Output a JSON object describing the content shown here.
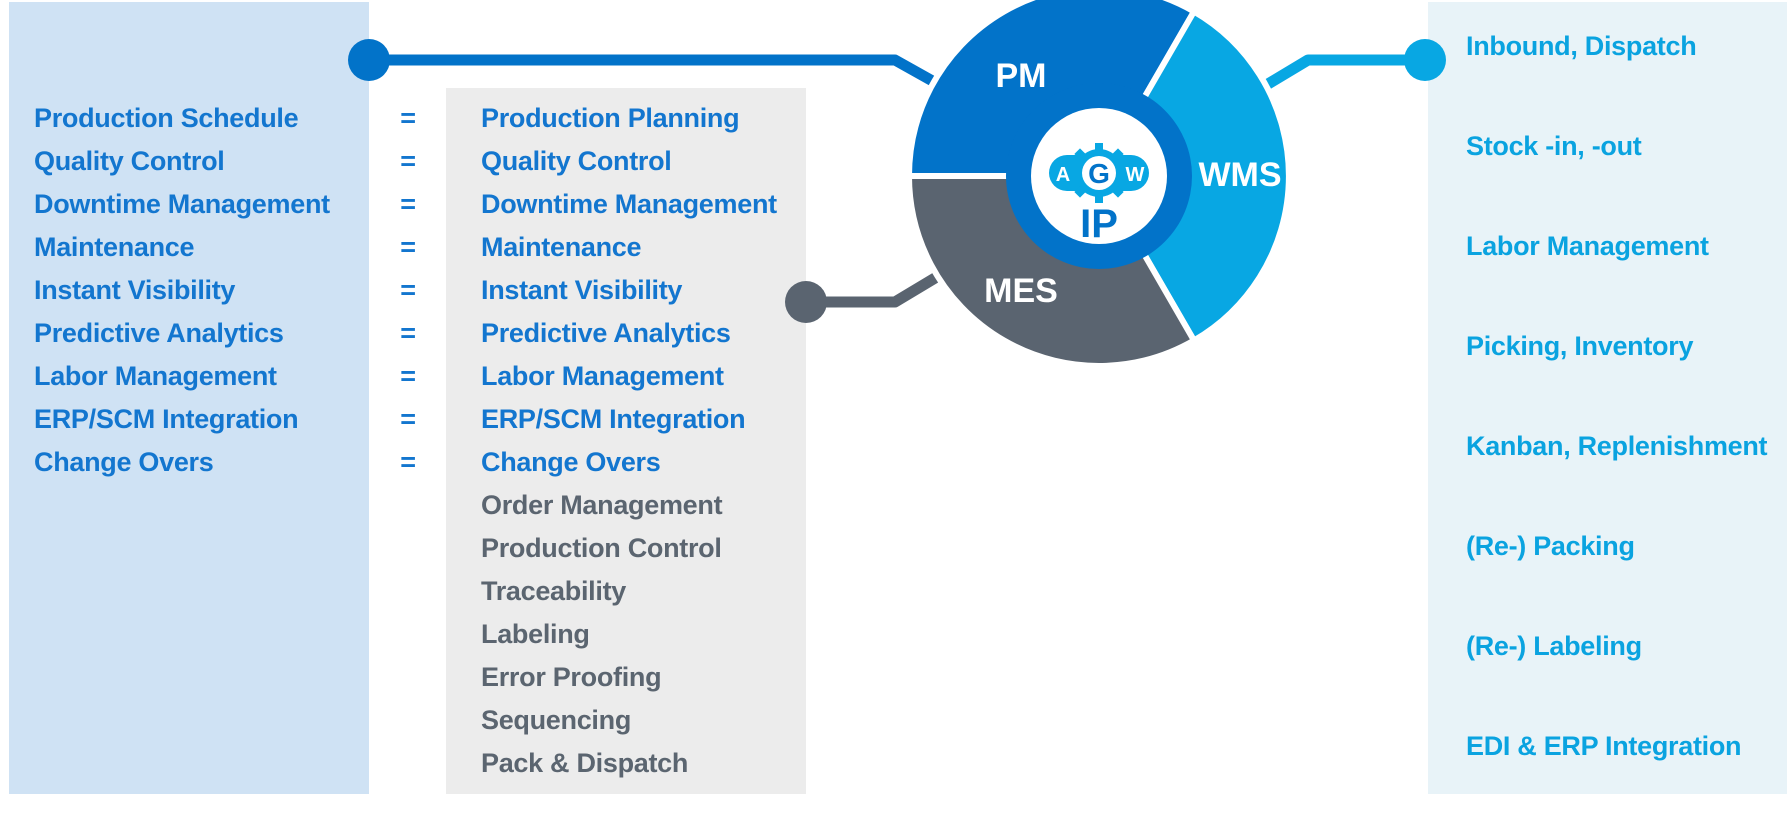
{
  "pm_column": {
    "items": [
      "Production Schedule",
      "Quality Control",
      "Downtime Management",
      "Maintenance",
      "Instant Visibility",
      "Predictive Analytics",
      "Labor Management",
      "ERP/SCM Integration",
      "Change Overs"
    ]
  },
  "equals_symbol": "=",
  "mes_column": {
    "shared_items": [
      "Production Planning",
      "Quality Control",
      "Downtime Management",
      "Maintenance",
      "Instant Visibility",
      "Predictive Analytics",
      "Labor Management",
      "ERP/SCM Integration",
      "Change Overs"
    ],
    "mes_only_items": [
      "Order Management",
      "Production Control",
      "Traceability",
      "Labeling",
      "Error Proofing",
      "Sequencing",
      "Pack & Dispatch"
    ]
  },
  "wms_column": {
    "items": [
      "Inbound, Dispatch",
      "Stock -in, -out",
      "Labor Management",
      "Picking, Inventory",
      "Kanban, Replenishment",
      "(Re-) Packing",
      "(Re-) Labeling",
      "EDI & ERP Integration"
    ]
  },
  "wheel": {
    "segments": {
      "pm": "PM",
      "wms": "WMS",
      "mes": "MES"
    },
    "logo": {
      "left_letter": "A",
      "center_letter": "G",
      "right_letter": "W",
      "bottom_text": "IP"
    }
  },
  "colors": {
    "pm_blue": "#0273c9",
    "wms_cyan": "#08a7e3",
    "mes_gray": "#5a6470",
    "pm_panel_bg": "#cfe2f4",
    "mes_panel_bg": "#ececec",
    "wms_panel_bg": "#e8f3f8"
  }
}
